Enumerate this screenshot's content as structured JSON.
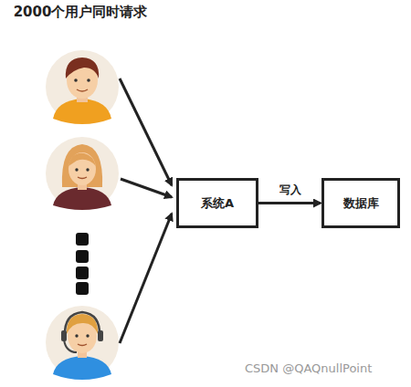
{
  "diagram": {
    "title": "2000个用户同时请求",
    "nodes": [
      {
        "text": [
          "系统A"
        ]
      },
      {
        "text": [
          "数据库"
        ]
      }
    ],
    "edges": [
      {
        "from": 0,
        "to": 1,
        "label": "写入",
        "arrow": "to"
      }
    ],
    "labels": [
      "CSDN @QAQnullPoint"
    ]
  }
}
